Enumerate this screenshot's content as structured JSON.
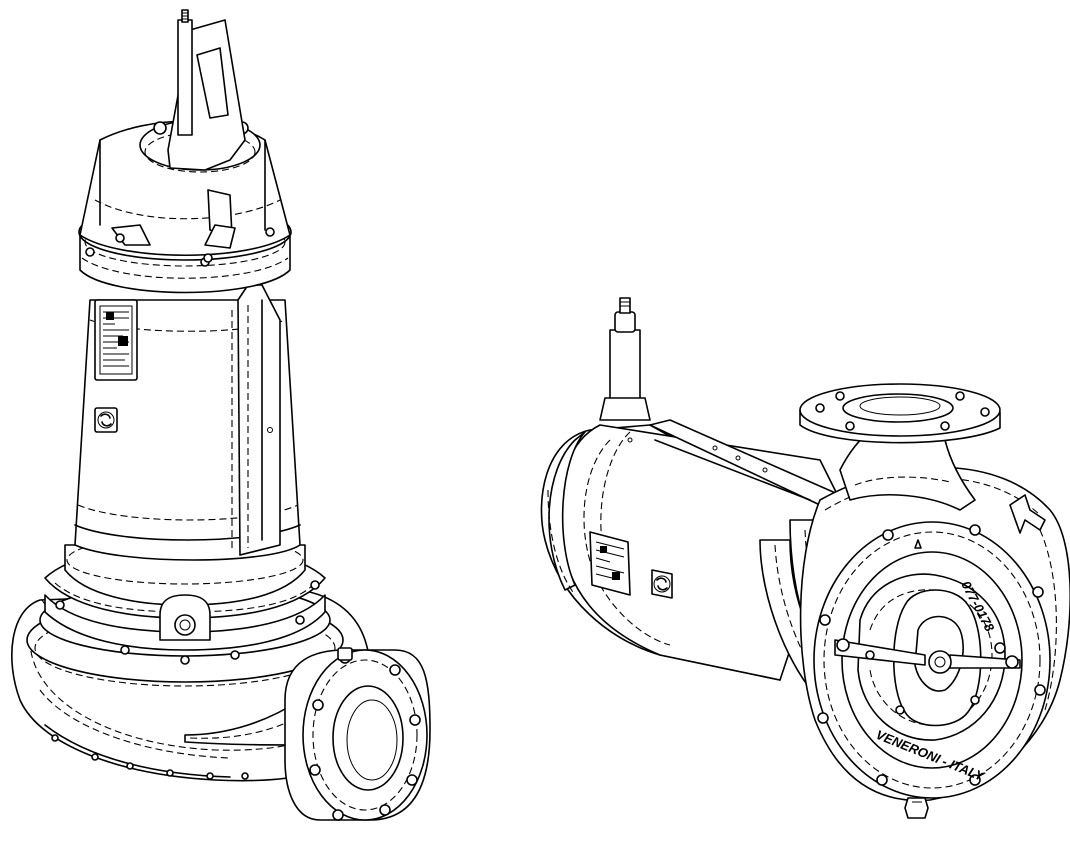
{
  "drawing": {
    "subject": "submersible pump technical line drawing",
    "line_color": "#000000",
    "background_color": "#ffffff"
  },
  "right_pump": {
    "maker_text": "VENERONI - ITALY",
    "code_text": "077-0178"
  },
  "icons": [
    "nameplate-icon",
    "pump-logo-icon",
    "flow-direction-arrow-icon"
  ]
}
